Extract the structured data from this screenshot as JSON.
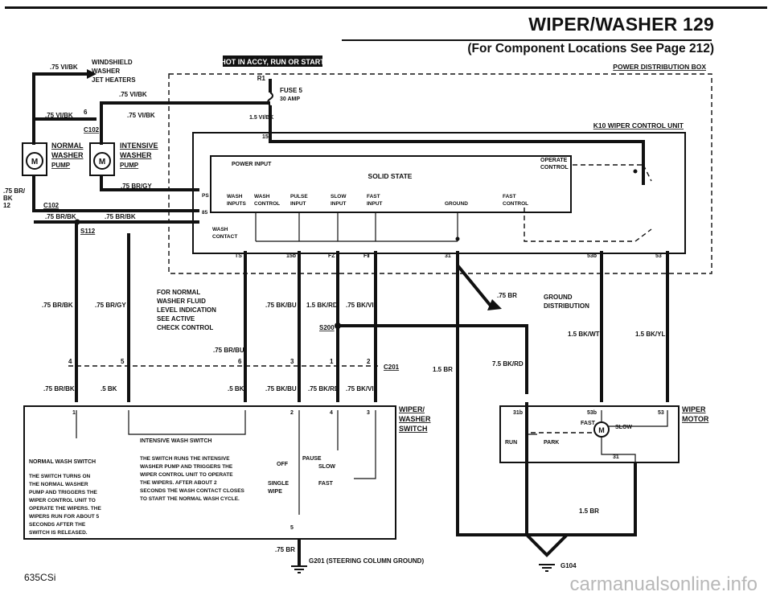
{
  "header": {
    "title": "WIPER/WASHER  129",
    "subtitle": "(For Component Locations See Page 212)"
  },
  "footer": {
    "model": "635CSi",
    "watermark": "carmanualsonline.info"
  },
  "banner": "HOT IN ACCY, RUN OR START",
  "labels": {
    "pdb": "POWER DISTRIBUTION BOX",
    "k10": "K10 WIPER CONTROL UNIT",
    "r1": "R1",
    "fuse": "FUSE 5",
    "amp": "30 AMP",
    "w_vibk_top": ".75 VI/BK",
    "heaters1": "WINDSHIELD",
    "heaters2": "WASHER",
    "heaters3": "JET HEATERS",
    "w_vibk_mid": ".75 VI/BK",
    "w_vibk_left": ".75 VI/BK",
    "six": "6",
    "w_vibk_2": ".75 VI/BK",
    "c102a": "C102",
    "w15vibk": "1.5 VI/BK",
    "normal1": "NORMAL",
    "normal2": "WASHER",
    "normal3": "PUMP",
    "intensive1": "INTENSIVE",
    "intensive2": "WASHER",
    "intensive3": "PUMP",
    "brgy": ".75 BR/GY",
    "br_left1": ".75 BR/",
    "br_left2": "BK",
    "twelve": "12",
    "c102b": "C102",
    "brbk1": ".75 BR/BK",
    "brbk2": ".75 BR/BK",
    "s112": "S112",
    "t15": "15",
    "power_input": "POWER INPUT",
    "operate1": "OPERATE",
    "operate2": "CONTROL",
    "solid": "SOLID STATE",
    "ps": "PS",
    "wash_inputs1": "WASH",
    "wash_inputs2": "INPUTS",
    "wash_control1": "WASH",
    "wash_control2": "CONTROL",
    "pulse1": "PULSE",
    "pulse2": "INPUT",
    "slow1": "SLOW",
    "slow2": "INPUT",
    "fast1": "FAST",
    "fast2": "INPUT",
    "ground": "GROUND",
    "fastc1": "FAST",
    "fastc2": "CONTROL",
    "t85": "85",
    "contact1": "WASH",
    "contact2": "CONTACT",
    "ts": "TS",
    "t15b": "15b",
    "fz": "FZ",
    "fii": "FⅡ",
    "t31": "31",
    "t53b": "53b",
    "t53": "53",
    "note1": "FOR NORMAL",
    "note2": "WASHER FLUID",
    "note3": "LEVEL INDICATION",
    "note4": "SEE ACTIVE",
    "note5": "CHECK CONTROL",
    "brbk3": ".75 BR/BK",
    "brgy2": ".75 BR/GY",
    "bkbu": ".75 BK/BU",
    "bkrd": "1.5 BK/RD",
    "bkvi": ".75 BK/VI",
    "brbu": ".75 BR/BU",
    "s200": "S200",
    "br75": ".75 BR",
    "gnd_dist1": "GROUND",
    "gnd_dist2": "DISTRIBUTION",
    "bkwt": "1.5 BK/WT",
    "bkyl": "1.5 BK/YL",
    "rd75": "7.5 BK/RD",
    "br15": "1.5 BR",
    "p4": "4",
    "p5": "5",
    "p6": "6",
    "p3": "3",
    "p1": "1",
    "p2": "2",
    "c201": "C201",
    "brbk4": ".75 BR/BK",
    "bk5": ".5 BK",
    "bk5b": ".5 BK",
    "bkbu2": ".75 BK/BU",
    "bkrd2": ".75 BK/RD",
    "bkvi2": ".75 BK/VI",
    "s1": "1",
    "s2": "2",
    "s4": "4",
    "s3": "3",
    "s5": "5",
    "ws1": "WIPER/",
    "ws2": "WASHER",
    "ws3": "SWITCH",
    "iws": "INTENSIVE WASH SWITCH",
    "nws": "NORMAL WASH SWITCH",
    "it1": "THE SWITCH RUNS THE INTENSIVE",
    "it2": "WASHER PUMP AND TRIGGERS THE",
    "it3": "WIPER CONTROL UNIT TO OPERATE",
    "it4": "THE WIPERS. AFTER ABOUT 2",
    "it5": "SECONDS THE WASH CONTACT CLOSES",
    "it6": "TO START THE NORMAL WASH CYCLE.",
    "nt1": "THE SWITCH TURNS ON",
    "nt2": "THE NORMAL WASHER",
    "nt3": "PUMP AND TRIGGERS THE",
    "nt4": "WIPER CONTROL UNIT TO",
    "nt5": "OPERATE THE WIPERS. THE",
    "nt6": "WIPERS RUN FOR ABOUT 5",
    "nt7": "SECONDS AFTER THE",
    "nt8": "SWITCH IS RELEASED.",
    "off": "OFF",
    "pause": "PAUSE",
    "slow": "SLOW",
    "single1": "SINGLE",
    "single2": "WIPE",
    "fast": "FAST",
    "br75b": ".75 BR",
    "g201": "G201 (STEERING COLUMN GROUND)",
    "m31b": "31b",
    "m53b": "53b",
    "m53": "53",
    "mfast": "FAST",
    "mslow": "SLOW",
    "m31": "31",
    "run": "RUN",
    "park": "PARK",
    "wm1": "WIPER",
    "wm2": "MOTOR",
    "br15b": "1.5 BR",
    "g104": "G104"
  }
}
